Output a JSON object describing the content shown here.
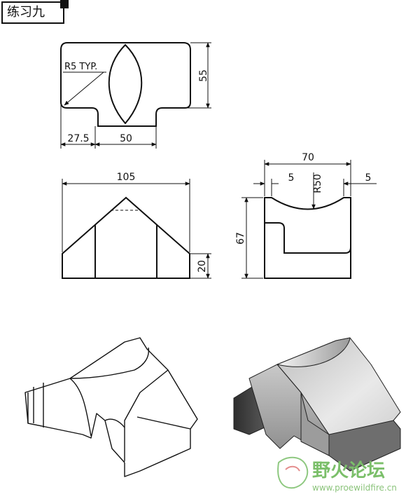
{
  "header": {
    "title": "练习九"
  },
  "top_view": {
    "radius_note": "R5 TYP.",
    "dim_height": "55",
    "dim_left": "27.5",
    "dim_slot": "50"
  },
  "front_view": {
    "dim_width": "105",
    "dim_base_height": "20"
  },
  "side_view": {
    "dim_width": "70",
    "dim_left_lip": "5",
    "dim_radius": "R50",
    "dim_right_lip": "5",
    "dim_height": "67"
  },
  "watermark": {
    "name": "野火论坛",
    "url": "www.proewildfire.cn"
  },
  "colors": {
    "line": "#111111",
    "shade_dark": "#555555",
    "shade_light": "#d8d8d8",
    "watermark_green": "#7bbf6a"
  }
}
